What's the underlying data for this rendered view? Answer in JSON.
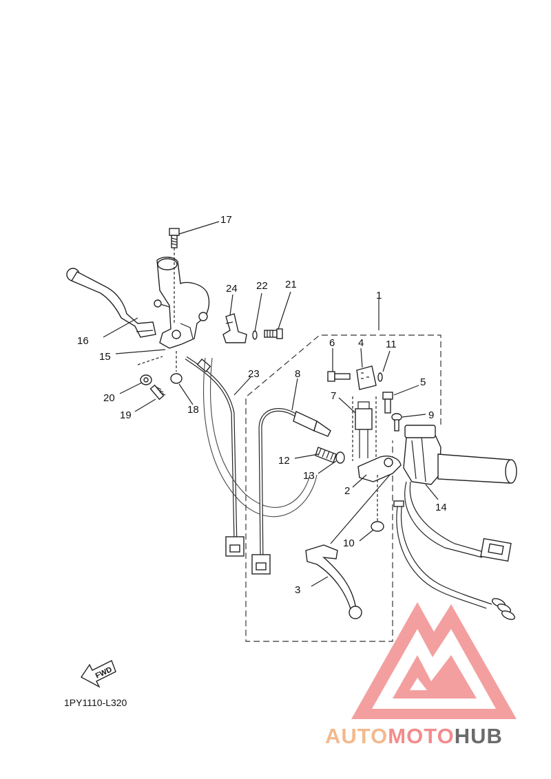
{
  "diagram": {
    "code": "1PY1110-L320",
    "fwd_label": "FWD",
    "parts": [
      {
        "id": "1",
        "label": "1"
      },
      {
        "id": "2",
        "label": "2"
      },
      {
        "id": "3",
        "label": "3"
      },
      {
        "id": "4",
        "label": "4"
      },
      {
        "id": "5",
        "label": "5"
      },
      {
        "id": "6",
        "label": "6"
      },
      {
        "id": "7",
        "label": "7"
      },
      {
        "id": "8",
        "label": "8"
      },
      {
        "id": "9",
        "label": "9"
      },
      {
        "id": "10",
        "label": "10"
      },
      {
        "id": "11",
        "label": "11"
      },
      {
        "id": "12",
        "label": "12"
      },
      {
        "id": "13",
        "label": "13"
      },
      {
        "id": "14",
        "label": "14"
      },
      {
        "id": "15",
        "label": "15"
      },
      {
        "id": "16",
        "label": "16"
      },
      {
        "id": "17",
        "label": "17"
      },
      {
        "id": "18",
        "label": "18"
      },
      {
        "id": "19",
        "label": "19"
      },
      {
        "id": "20",
        "label": "20"
      },
      {
        "id": "21",
        "label": "21"
      },
      {
        "id": "22",
        "label": "22"
      },
      {
        "id": "23",
        "label": "23"
      },
      {
        "id": "24",
        "label": "24"
      }
    ]
  },
  "watermark": {
    "text_part1": "AUTO",
    "text_part2": "MOTO",
    "text_part3": "HUB",
    "color_part1": "#f3b98c",
    "color_part2": "#f48b8b",
    "color_part3": "#6b6b6b",
    "logo_color": "#f08080"
  }
}
